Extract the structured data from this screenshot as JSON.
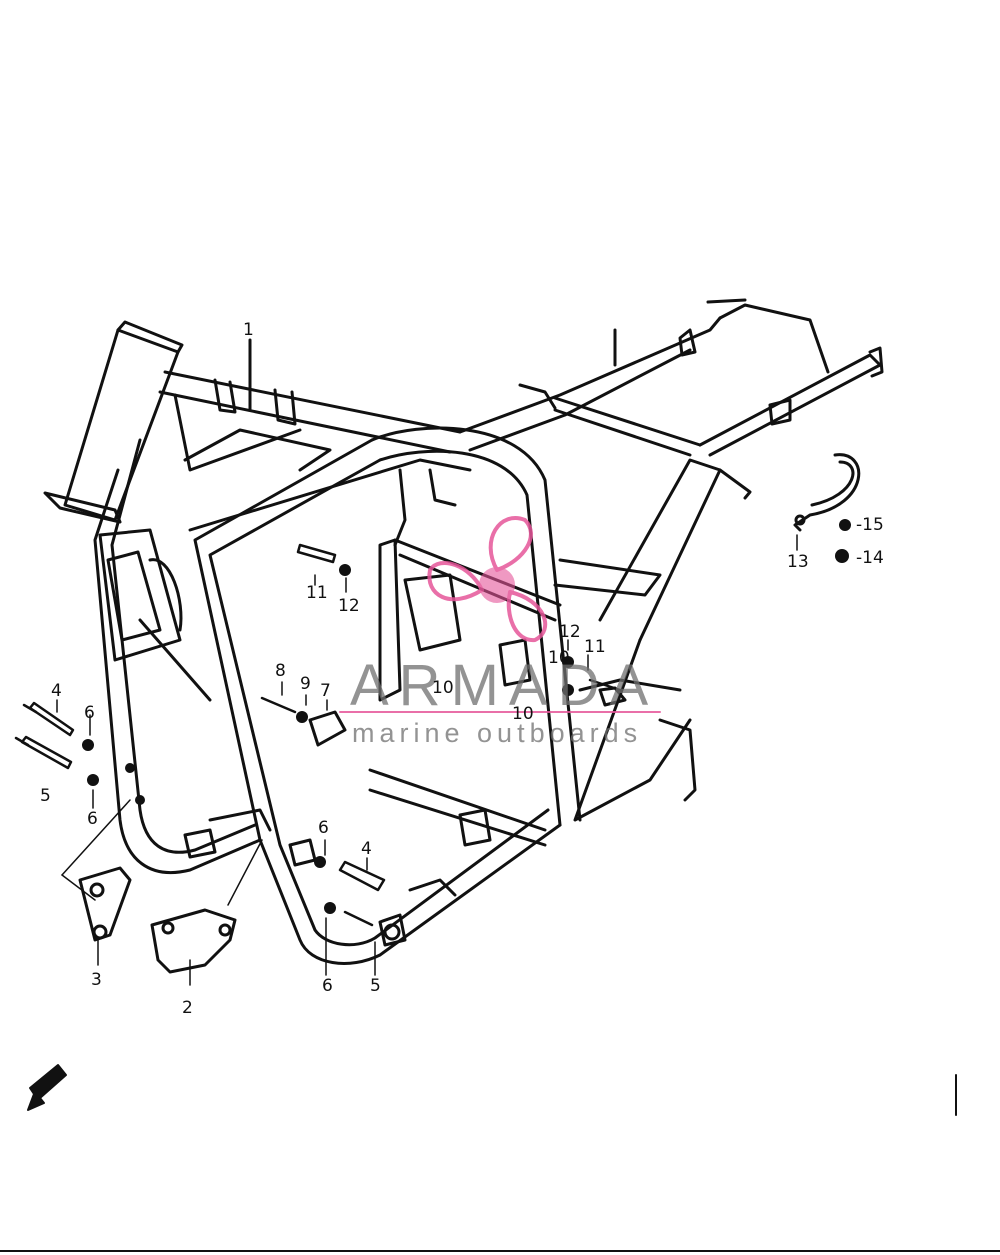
{
  "watermark": {
    "brand": "ARMADA",
    "tagline": "marine outboards",
    "logo_icon": "propeller-logo-icon",
    "logo_color": "#e6569a"
  },
  "parts": [
    {
      "id": "p1",
      "label": "1"
    },
    {
      "id": "p2",
      "label": "2"
    },
    {
      "id": "p3",
      "label": "3"
    },
    {
      "id": "p4a",
      "label": "4"
    },
    {
      "id": "p4b",
      "label": "4"
    },
    {
      "id": "p5a",
      "label": "5"
    },
    {
      "id": "p5b",
      "label": "5"
    },
    {
      "id": "p6a",
      "label": "6"
    },
    {
      "id": "p6b",
      "label": "6"
    },
    {
      "id": "p6c",
      "label": "6"
    },
    {
      "id": "p6d",
      "label": "6"
    },
    {
      "id": "p7",
      "label": "7"
    },
    {
      "id": "p8",
      "label": "8"
    },
    {
      "id": "p9",
      "label": "9"
    },
    {
      "id": "p10a",
      "label": "10"
    },
    {
      "id": "p10b",
      "label": "10"
    },
    {
      "id": "p10c",
      "label": "10"
    },
    {
      "id": "p11a",
      "label": "11"
    },
    {
      "id": "p11b",
      "label": "11"
    },
    {
      "id": "p12a",
      "label": "12"
    },
    {
      "id": "p12b",
      "label": "12"
    },
    {
      "id": "p13",
      "label": "13"
    },
    {
      "id": "p14",
      "label": "-14"
    },
    {
      "id": "p15",
      "label": "-15"
    }
  ],
  "front_arrow_icon": "front-direction-arrow-icon",
  "colors": {
    "ink": "#111111",
    "paper": "#ffffff"
  }
}
